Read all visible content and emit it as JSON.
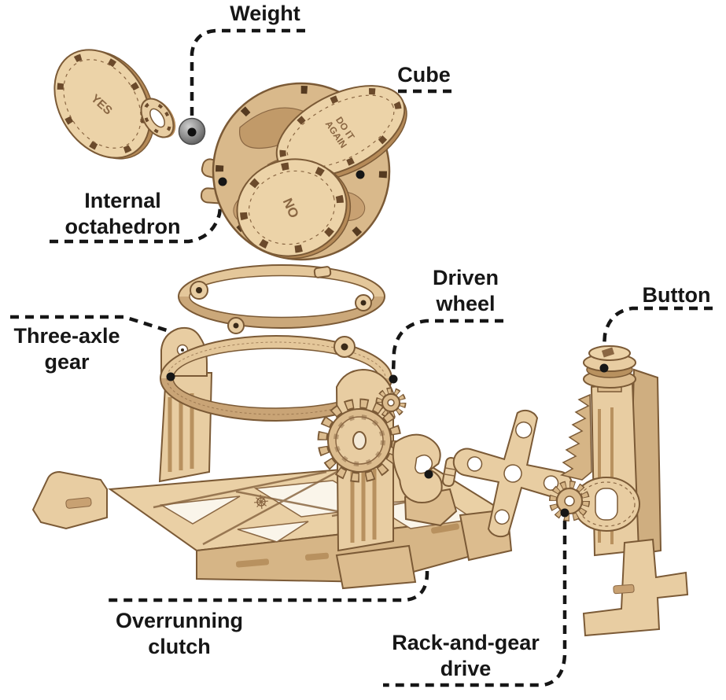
{
  "callouts": {
    "weight": {
      "label": "Weight"
    },
    "cube": {
      "label": "Cube"
    },
    "internal_octahedron": {
      "line1": "Internal",
      "line2": "octahedron"
    },
    "three_axle_gear": {
      "line1": "Three-axle",
      "line2": "gear"
    },
    "driven_wheel": {
      "line1": "Driven",
      "line2": "wheel"
    },
    "button": {
      "label": "Button"
    },
    "overrunning_clutch": {
      "line1": "Overrunning",
      "line2": "clutch"
    },
    "rack_and_gear_drive": {
      "line1": "Rack-and-gear",
      "line2": "drive"
    }
  },
  "engravings": {
    "left_disc": "YES",
    "front_disc": "NO",
    "top_disc_line1": "DO IT",
    "top_disc_line2": "AGAIN"
  },
  "colors": {
    "background": "#ffffff",
    "label_text": "#161616",
    "leader_line": "#161616",
    "wood_light": "#ecd3a8",
    "wood_mid": "#dcbc8e",
    "wood_shade": "#c8a172",
    "wood_edge": "#7b5a36",
    "engraving": "#8a6743",
    "weight_gray": "#8f8f8f"
  }
}
